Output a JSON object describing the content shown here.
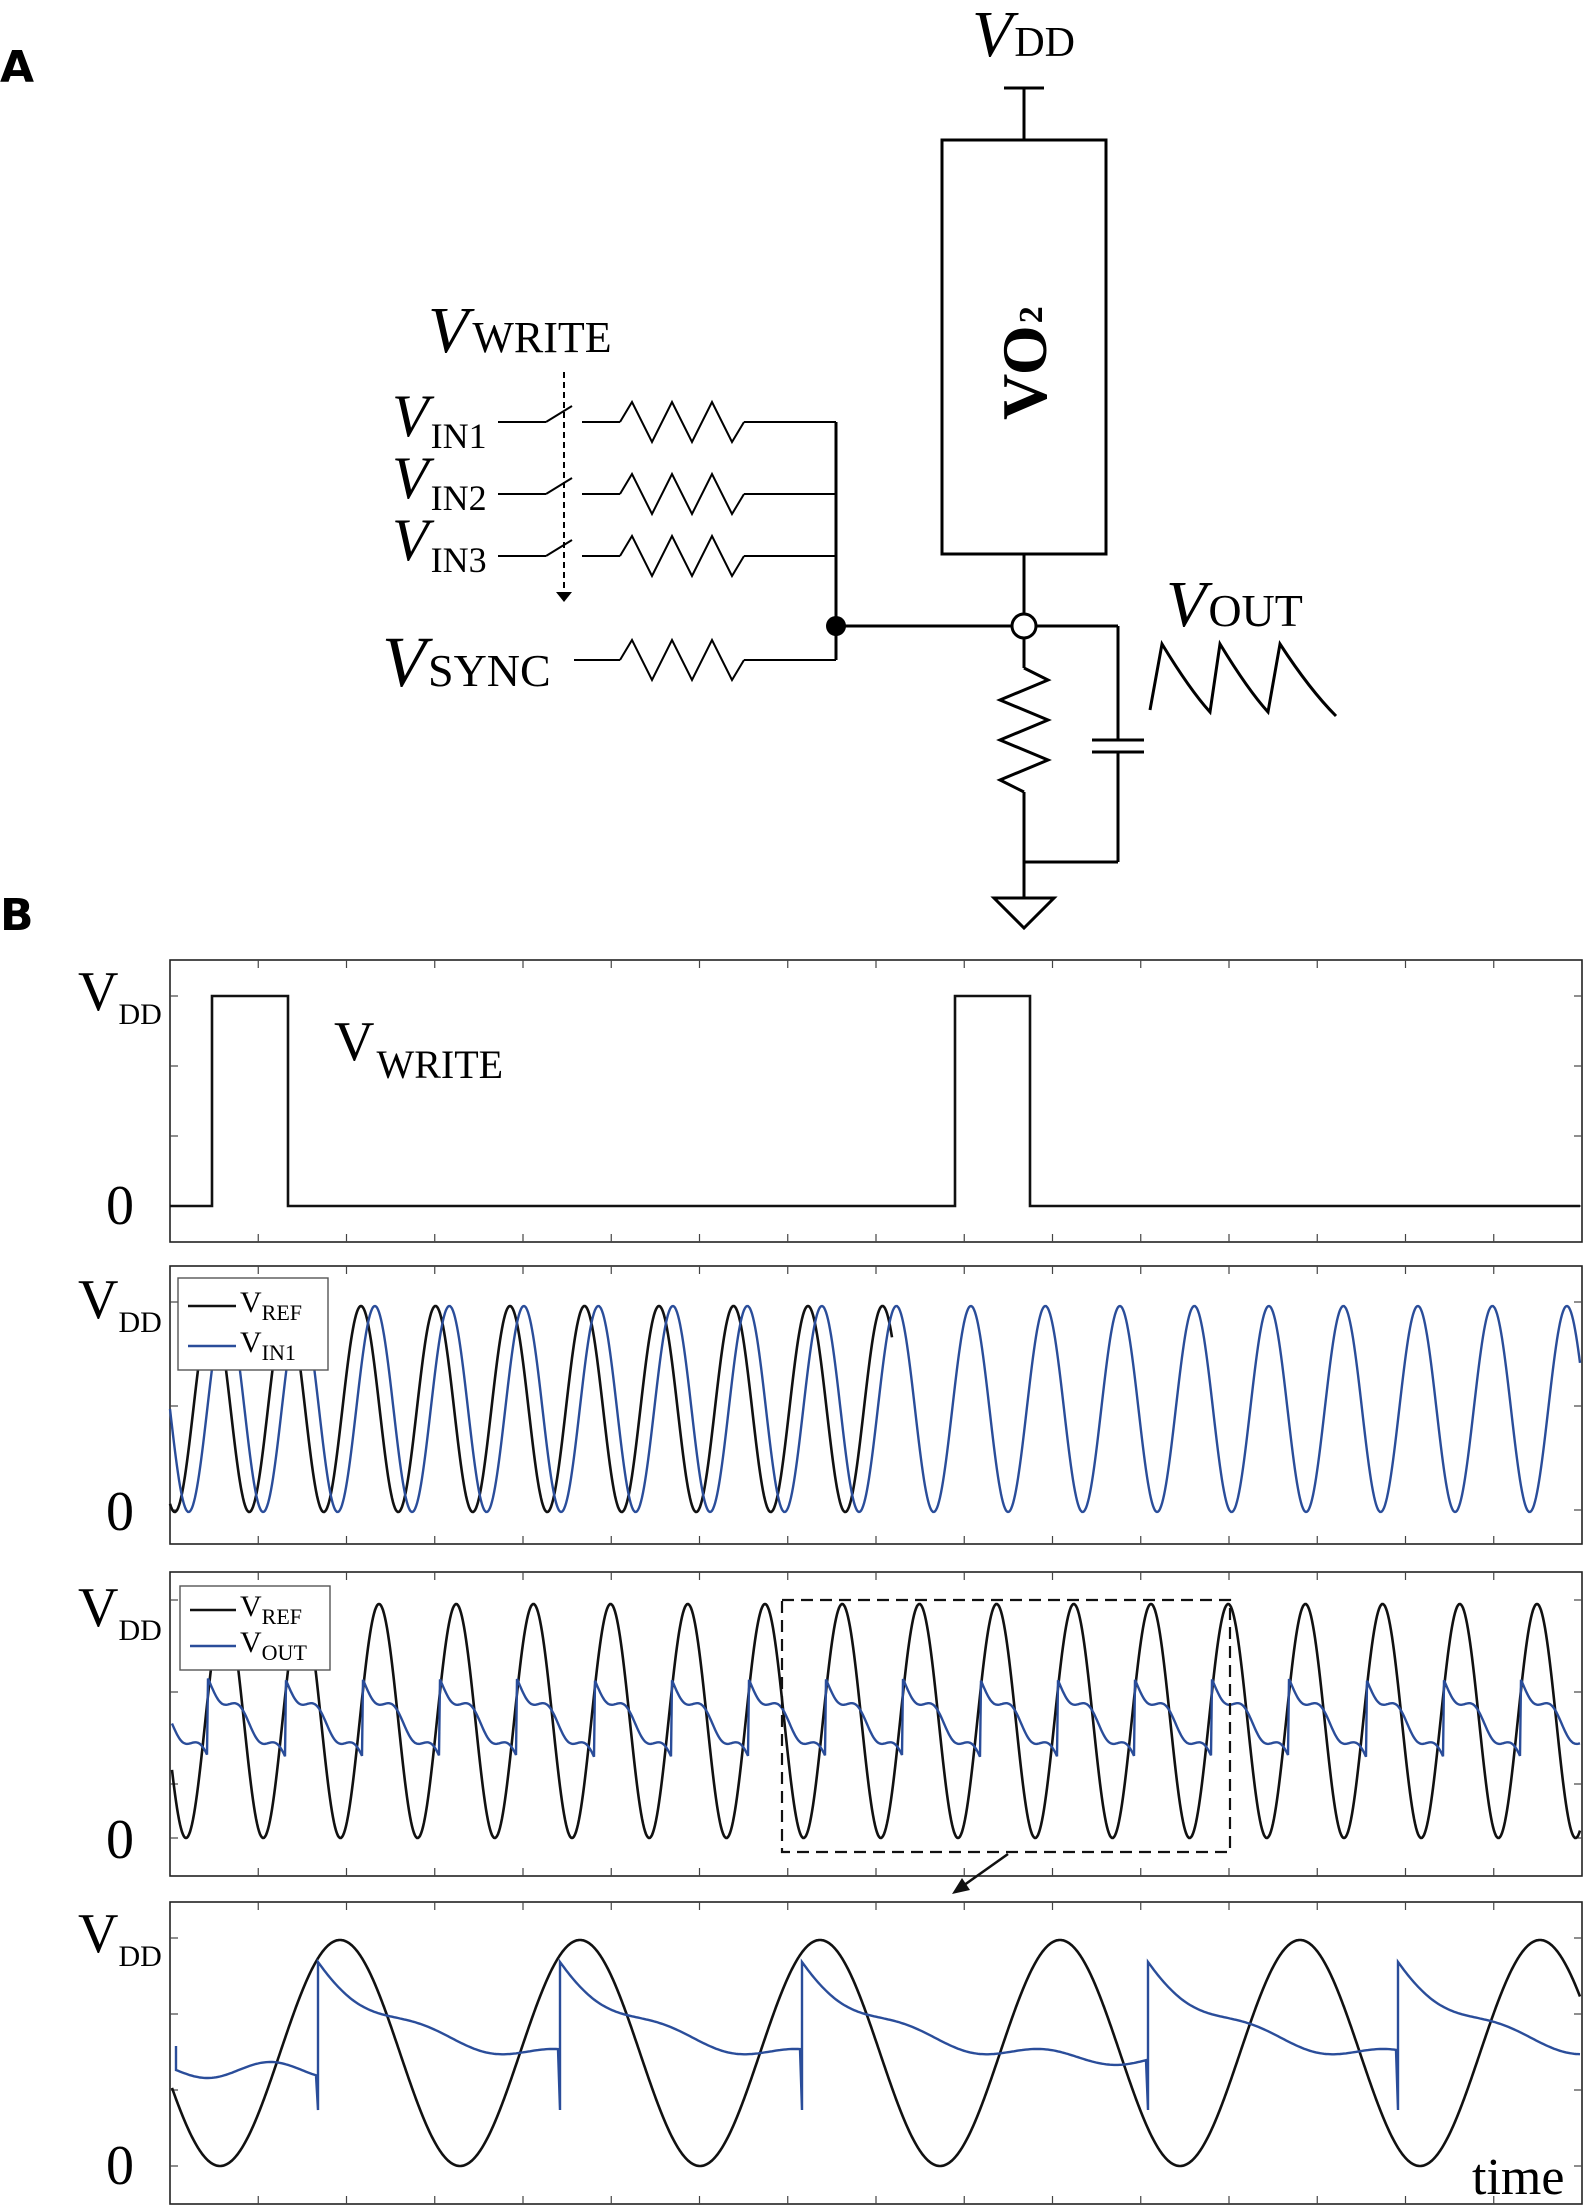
{
  "panels": {
    "a": "A",
    "b": "B"
  },
  "circuit": {
    "vdd": {
      "main": "V",
      "sub": "DD"
    },
    "vo2": {
      "main": "VO",
      "sub": "2"
    },
    "vwrite": {
      "main": "V",
      "sub": "WRITE"
    },
    "vin1": {
      "main": "V",
      "sub": "IN1"
    },
    "vin2": {
      "main": "V",
      "sub": "IN2"
    },
    "vin3": {
      "main": "V",
      "sub": "IN3"
    },
    "vsync": {
      "main": "V",
      "sub": "SYNC"
    },
    "vout": {
      "main": "V",
      "sub": "OUT"
    }
  },
  "plot1": {
    "ytick_top": {
      "main": "V",
      "sub": "DD"
    },
    "ytick_bottom": "0",
    "label": {
      "main": "V",
      "sub": "WRITE"
    }
  },
  "plot2": {
    "ytick_top": {
      "main": "V",
      "sub": "DD"
    },
    "ytick_bottom": "0",
    "legend": [
      {
        "main": "V",
        "sub": "REF"
      },
      {
        "main": "V",
        "sub": "IN1"
      }
    ]
  },
  "plot3": {
    "ytick_top": {
      "main": "V",
      "sub": "DD"
    },
    "ytick_bottom": "0",
    "legend": [
      {
        "main": "V",
        "sub": "REF"
      },
      {
        "main": "V",
        "sub": "OUT"
      }
    ]
  },
  "plot4": {
    "ytick_top": {
      "main": "V",
      "sub": "DD"
    },
    "ytick_bottom": "0",
    "xlabel": "time"
  },
  "colors": {
    "ref": "#111111",
    "signal": "#2a4d9a"
  }
}
